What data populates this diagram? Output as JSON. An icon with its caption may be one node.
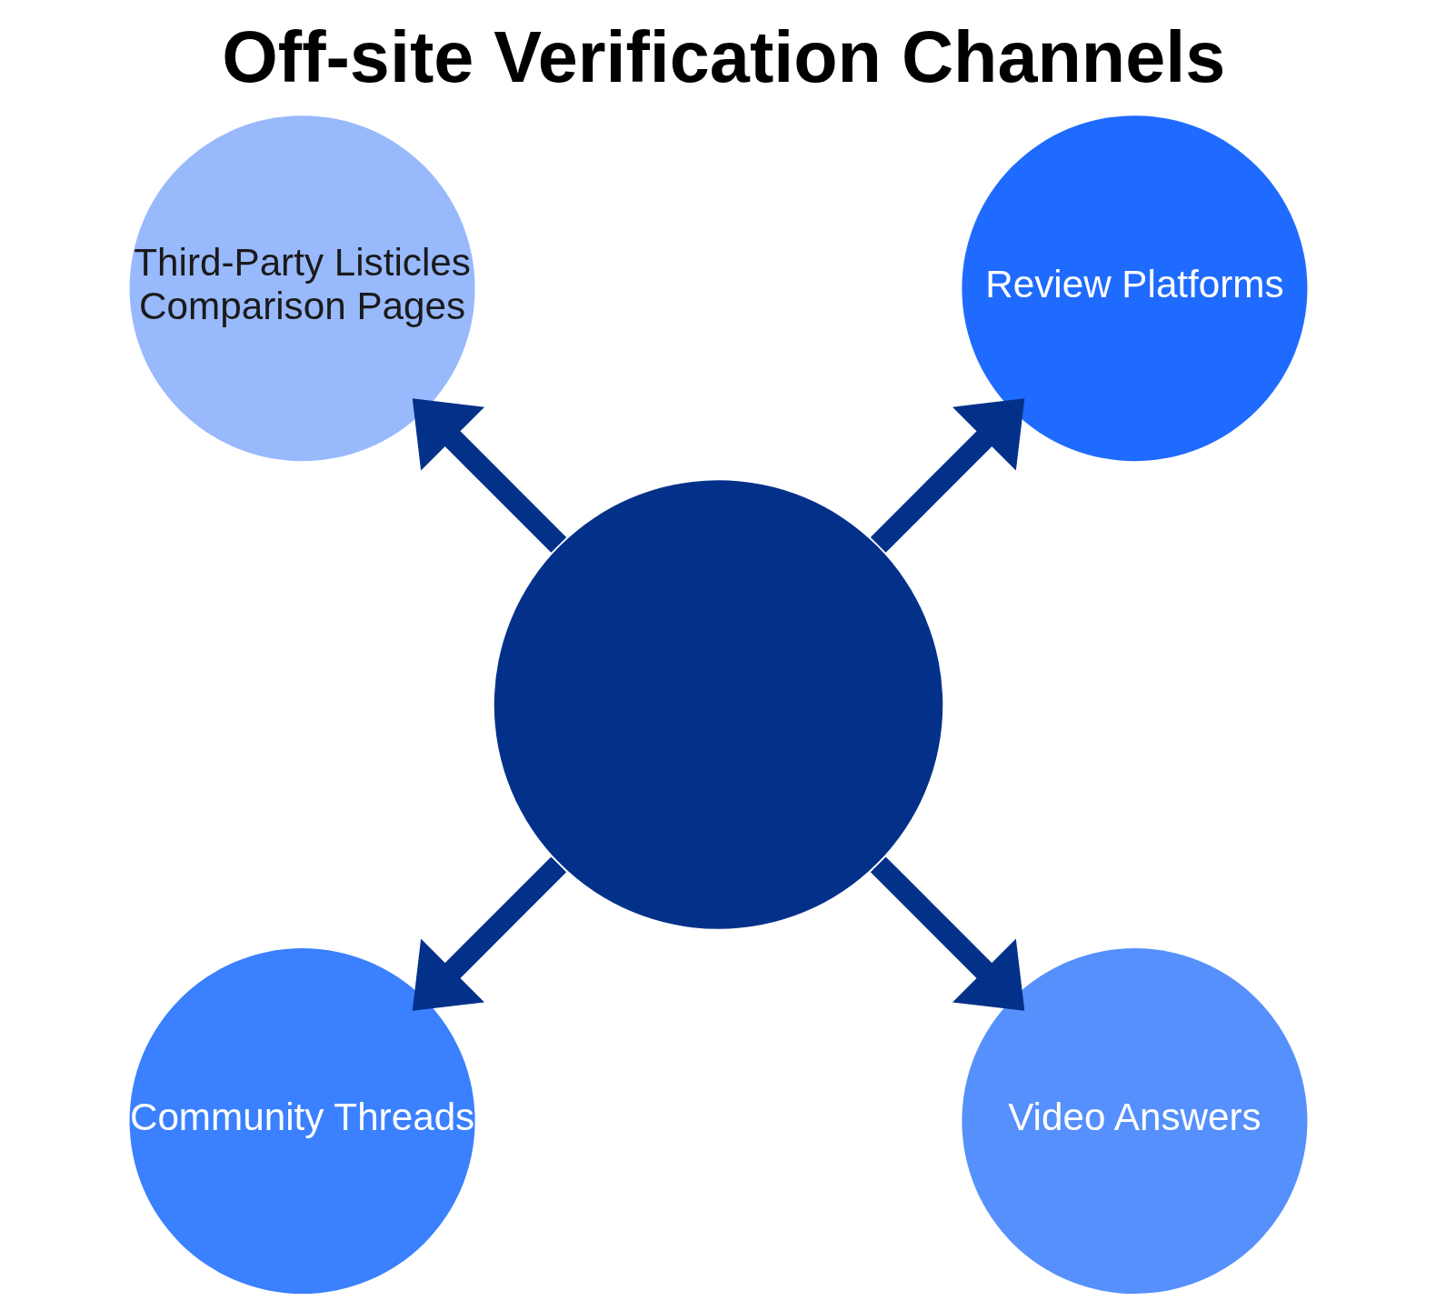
{
  "diagram": {
    "title": "Off-site Verification Channels",
    "nodes": [
      {
        "text": [],
        "shape": "circle"
      },
      {
        "text": [
          "Review Platforms"
        ]
      },
      {
        "text": [
          "Third-Party Listicles",
          "Comparison Pages"
        ]
      },
      {
        "text": [
          "Community Threads"
        ]
      },
      {
        "text": [
          "Video Answers"
        ]
      }
    ],
    "edges": [
      {
        "from": 0,
        "to": 1,
        "arrow": "to"
      },
      {
        "from": 0,
        "to": 2,
        "arrow": "to"
      },
      {
        "from": 0,
        "to": 3,
        "arrow": "to"
      },
      {
        "from": 0,
        "to": 4,
        "arrow": "to"
      }
    ]
  }
}
